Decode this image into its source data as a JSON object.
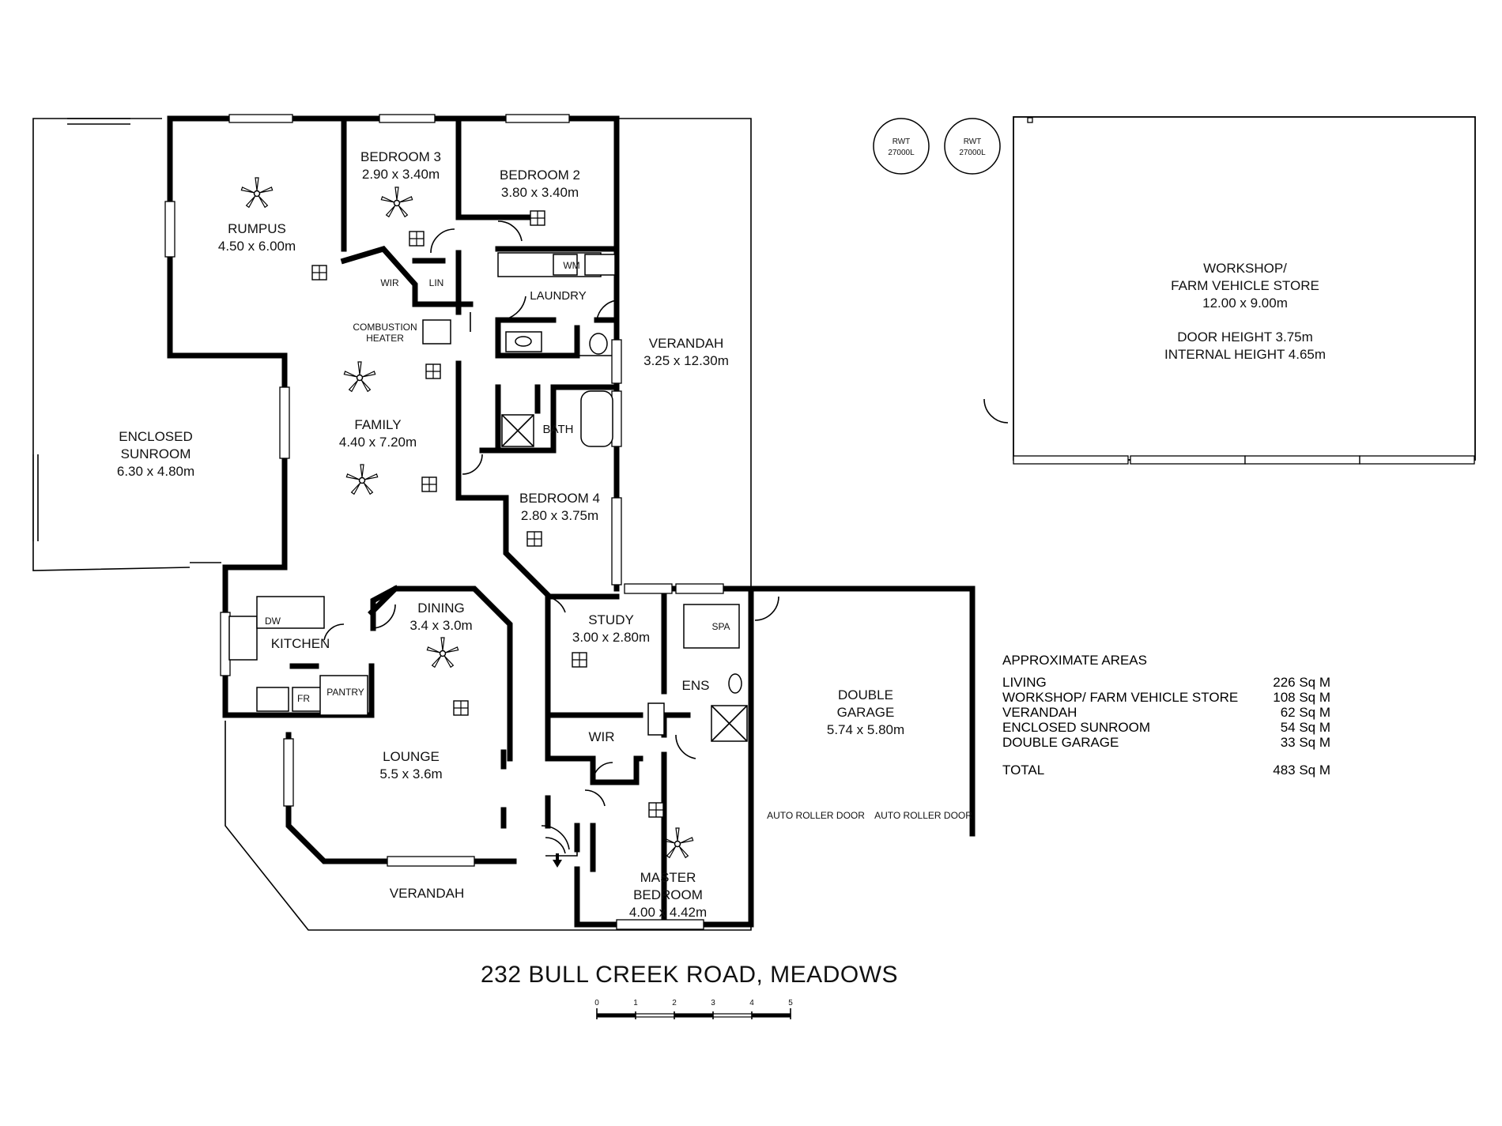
{
  "title": "232 BULL CREEK ROAD, MEADOWS",
  "rooms": {
    "rumpus": {
      "name": "RUMPUS",
      "size": "4.50 x 6.00m"
    },
    "bedroom3": {
      "name": "BEDROOM 3",
      "size": "2.90 x 3.40m"
    },
    "bedroom2": {
      "name": "BEDROOM 2",
      "size": "3.80 x 3.40m"
    },
    "enclosed_sunroom": {
      "name1": "ENCLOSED",
      "name2": "SUNROOM",
      "size": "6.30 x 4.80m"
    },
    "family": {
      "name": "FAMILY",
      "size": "4.40 x 7.20m"
    },
    "verandah_east": {
      "name": "VERANDAH",
      "size": "3.25 x 12.30m"
    },
    "bedroom4": {
      "name": "BEDROOM 4",
      "size": "2.80 x 3.75m"
    },
    "dining": {
      "name": "DINING",
      "size": "3.4 x 3.0m"
    },
    "study": {
      "name": "STUDY",
      "size": "3.00 x 2.80m"
    },
    "lounge": {
      "name": "LOUNGE",
      "size": "5.5 x 3.6m"
    },
    "master_bedroom": {
      "name1": "MASTER",
      "name2": "BEDROOM",
      "size": "4.00 x 4.42m"
    },
    "double_garage": {
      "name1": "DOUBLE",
      "name2": "GARAGE",
      "size": "5.74 x 5.80m"
    },
    "workshop": {
      "name1": "WORKSHOP/",
      "name2": "FARM VEHICLE STORE",
      "size": "12.00 x 9.00m",
      "note1": "DOOR HEIGHT 3.75m",
      "note2": "INTERNAL HEIGHT 4.65m"
    },
    "verandah_south": {
      "name": "VERANDAH"
    }
  },
  "small_labels": {
    "kitchen": "KITCHEN",
    "laundry": "LAUNDRY",
    "bath": "BATH",
    "ens": "ENS",
    "wir_top": "WIR",
    "wir_mid": "WIR",
    "lin": "LIN",
    "wm": "WM",
    "dw": "DW",
    "fr": "FR",
    "pantry": "PANTRY",
    "spa": "SPA",
    "combustion1": "COMBUSTION",
    "combustion2": "HEATER",
    "auto_door_1": "AUTO ROLLER DOOR",
    "auto_door_2": "AUTO ROLLER DOOR",
    "rwt_label": "RWT",
    "rwt_cap": "27000L"
  },
  "areas": {
    "heading": "APPROXIMATE AREAS",
    "rows": [
      {
        "label": "LIVING",
        "value": "226 Sq M"
      },
      {
        "label": "WORKSHOP/ FARM VEHICLE STORE",
        "value": "108 Sq M"
      },
      {
        "label": "VERANDAH",
        "value": "62 Sq M"
      },
      {
        "label": "ENCLOSED SUNROOM",
        "value": "54 Sq M"
      },
      {
        "label": "DOUBLE GARAGE",
        "value": "33 Sq M"
      }
    ],
    "total_label": "TOTAL",
    "total_value": "483 Sq M"
  },
  "scale": {
    "ticks": [
      "0",
      "1",
      "2",
      "3",
      "4",
      "5"
    ]
  }
}
